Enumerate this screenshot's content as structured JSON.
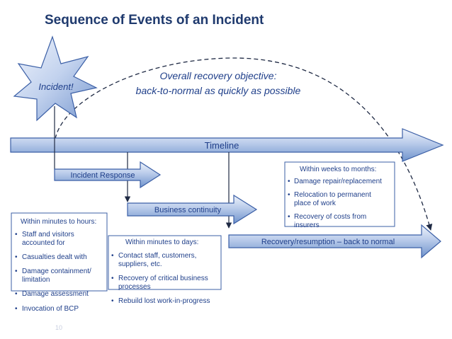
{
  "title": "Sequence of Events of an Incident",
  "incident_label": "Incident!",
  "objective": {
    "line1": "Overall recovery objective:",
    "line2": "back-to-normal as quickly as possible"
  },
  "timeline_label": "Timeline",
  "phases": {
    "incident_response": "Incident Response",
    "business_continuity": "Business continuity",
    "recovery": "Recovery/resumption – back to normal"
  },
  "boxes": {
    "hours": {
      "heading": "Within minutes to hours:",
      "items": [
        "Staff and visitors accounted for",
        "Casualties dealt with",
        "Damage containment/ limitation",
        "Damage assessment",
        "Invocation of BCP"
      ]
    },
    "days": {
      "heading": "Within minutes to days:",
      "items": [
        "Contact staff, customers, suppliers, etc.",
        "Recovery of critical business processes",
        "Rebuild lost work-in-progress"
      ]
    },
    "weeks": {
      "heading": "Within weeks to months:",
      "items": [
        "Damage repair/replacement",
        "Relocation to permanent place of work",
        "Recovery of costs from insurers"
      ]
    }
  },
  "page_number": "10",
  "colors": {
    "title": "#1f3a6e",
    "arrow_fill_light": "#dde7f6",
    "arrow_fill_dark": "#7f9fd2",
    "arrow_stroke": "#3b5fa6",
    "text": "#1f3f8a"
  }
}
